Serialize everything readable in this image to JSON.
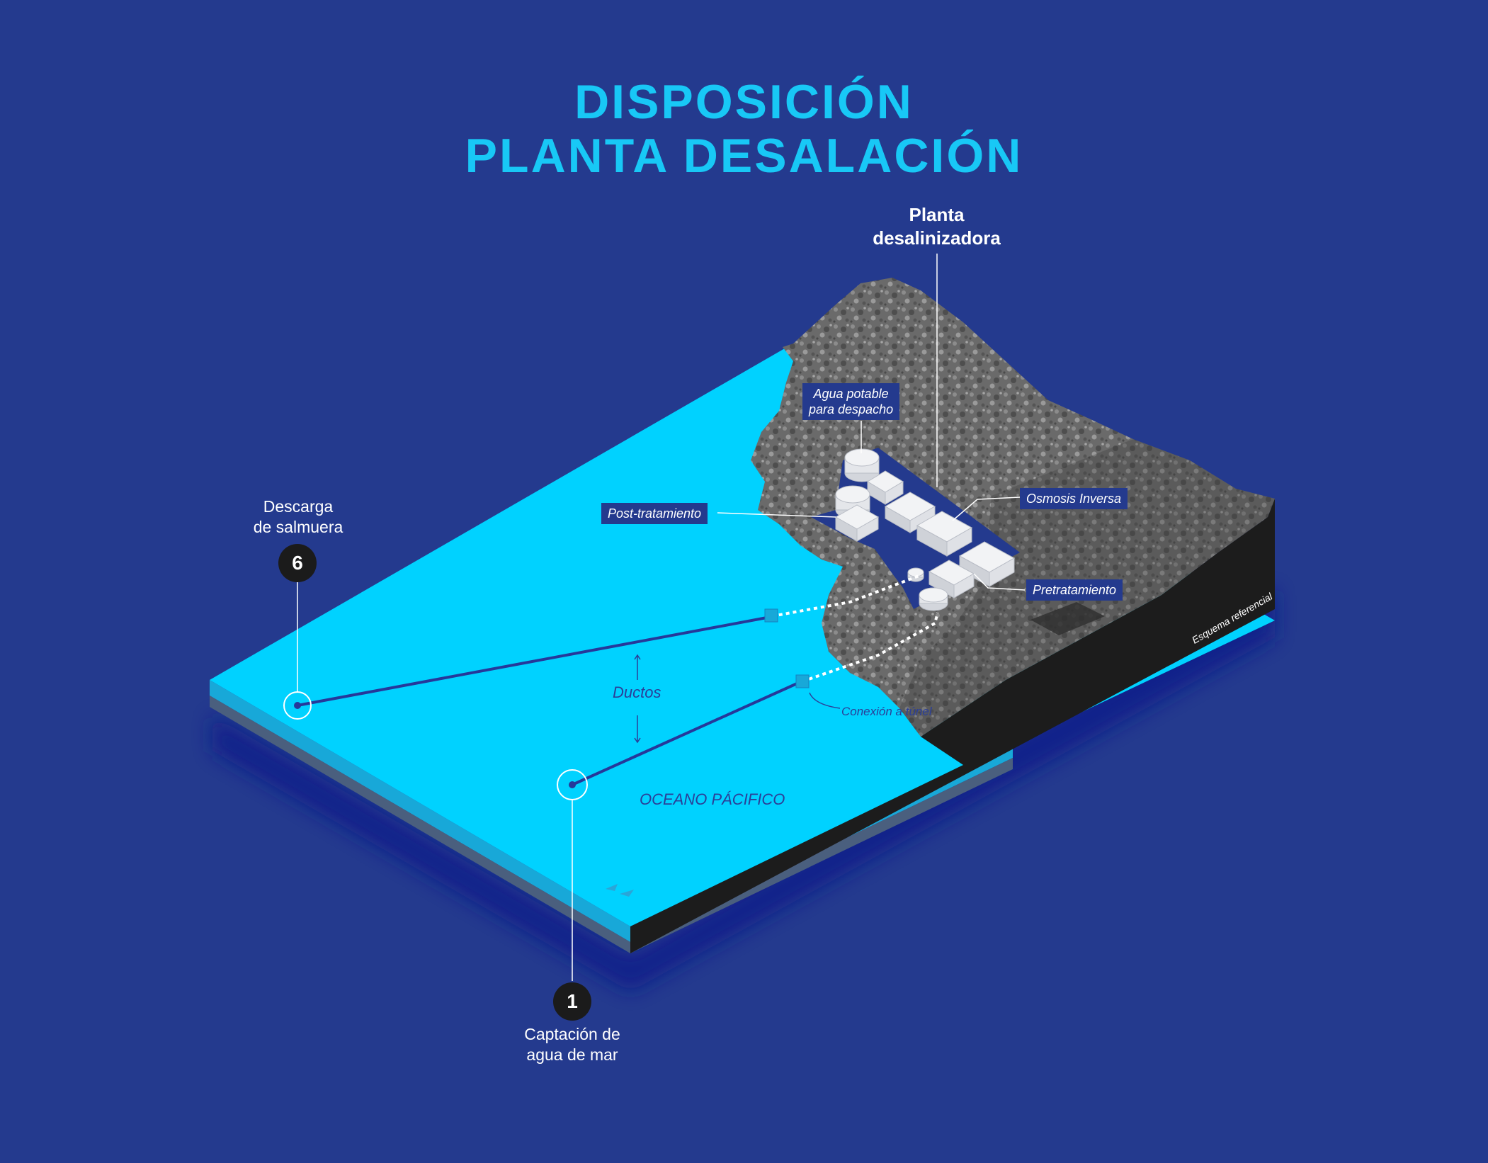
{
  "title": {
    "line1": "DISPOSICIÓN",
    "line2": "PLANTA DESALACIÓN"
  },
  "labels": {
    "plant_title_line1": "Planta",
    "plant_title_line2": "desalinizadora",
    "agua_potable_line1": "Agua potable",
    "agua_potable_line2": "para despacho",
    "post_tratamiento": "Post-tratamiento",
    "osmosis_inversa": "Osmosis Inversa",
    "pretratamiento": "Pretratamiento",
    "descarga_line1": "Descarga",
    "descarga_line2": "de salmuera",
    "captacion_line1": "Captación de",
    "captacion_line2": "agua de mar",
    "ductos": "Ductos",
    "conexion": "Conexión a túnel",
    "oceano": "OCEANO PÁCIFICO",
    "esquema": "Esquema referencial"
  },
  "markers": {
    "descarga_number": "6",
    "captacion_number": "1"
  },
  "colors": {
    "background": "#243a8e",
    "title": "#18c8f6",
    "ocean": "#00d2ff",
    "ocean_side": "#18a8d8",
    "land": "#6b6b6b",
    "land_side": "#1c1c1c",
    "plant_pad": "#243a8e",
    "building": "#e4e6ea",
    "marker": "#1b1b1b",
    "pipe": "#26389a"
  }
}
